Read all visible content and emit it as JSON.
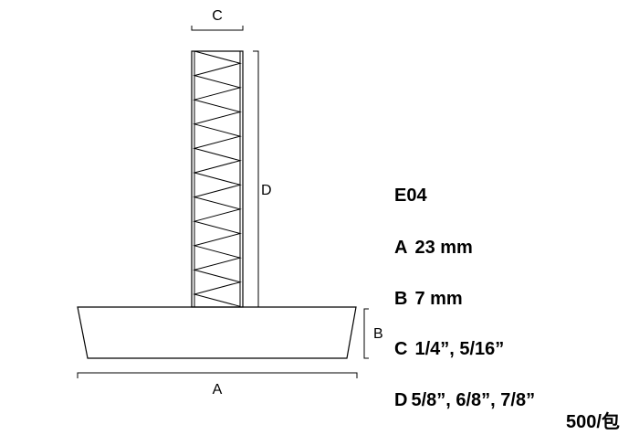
{
  "dimension_labels": {
    "a": "A",
    "b": "B",
    "c": "C",
    "d": "D"
  },
  "specs": {
    "model": "E04",
    "a": {
      "letter": "A",
      "value": "23 mm"
    },
    "b": {
      "letter": "B",
      "value": "7 mm"
    },
    "c": {
      "letter": "C",
      "value": "1/4”, 5/16”"
    },
    "d": {
      "letter": "D",
      "value": "5/8”, 6/8”, 7/8”"
    }
  },
  "pack_quantity": "500/包",
  "colors": {
    "stroke": "#000000",
    "background": "#ffffff"
  }
}
